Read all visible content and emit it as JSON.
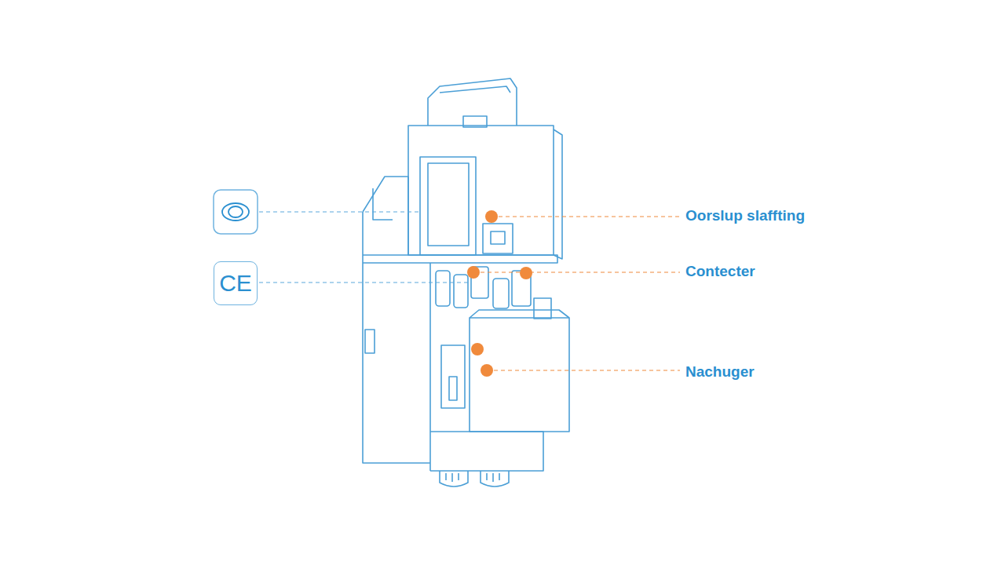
{
  "diagram": {
    "nodes": [
      {
        "text": [
          "CE"
        ]
      }
    ],
    "labels": [
      "Oorslup slaffting",
      "Contecter",
      "Nachuger"
    ]
  }
}
